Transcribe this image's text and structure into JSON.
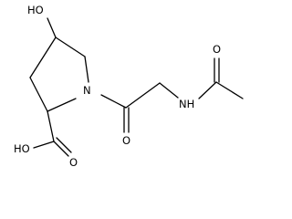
{
  "molecule": {
    "labels": {
      "hydroxyl": "HO",
      "ring_nitrogen": "N",
      "carboxyl_hydroxyl": "HO",
      "carboxyl_oxygen": "O",
      "amide_oxygen": "O",
      "amide_nitrogen": "NH",
      "acetyl_oxygen": "O"
    },
    "colors": {
      "bond": "#000000",
      "label": "#000000",
      "background": "#ffffff"
    }
  }
}
